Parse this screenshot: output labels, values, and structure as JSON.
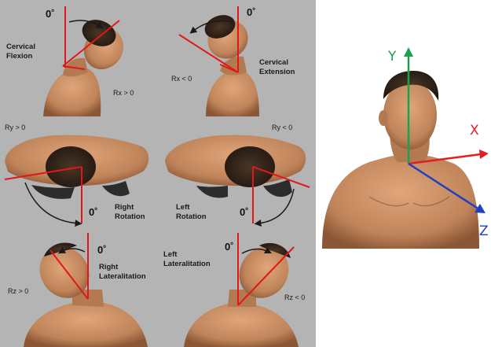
{
  "panels": {
    "flexion": {
      "label_line1": "Cervical",
      "label_line2": "Flexion",
      "zero": "0˚",
      "sign": "Rx > 0"
    },
    "extension": {
      "label_line1": "Cervical",
      "label_line2": "Extension",
      "zero": "0˚",
      "sign": "Rx < 0"
    },
    "right_rotation": {
      "label_line1": "Right",
      "label_line2": "Rotation",
      "zero": "0˚",
      "sign": "Ry > 0"
    },
    "left_rotation": {
      "label_line1": "Left",
      "label_line2": "Rotation",
      "zero": "0˚",
      "sign": "Ry < 0"
    },
    "right_lateralitation": {
      "label_line1": "Right",
      "label_line2": "Lateralitation",
      "zero": "0˚",
      "sign": "Rz > 0"
    },
    "left_lateralitation": {
      "label_line1": "Left",
      "label_line2": "Lateralitation",
      "zero": "0˚",
      "sign": "Rz < 0"
    }
  },
  "axes": {
    "x": {
      "label": "X",
      "color": "#e02020"
    },
    "y": {
      "label": "Y",
      "color": "#1aa34a"
    },
    "z": {
      "label": "Z",
      "color": "#1f3fc4"
    }
  },
  "colors": {
    "skin": "#c98c60",
    "skin_shadow": "#8a5635",
    "hair": "#3b2a1e",
    "angle_line": "#e01818",
    "arrow": "#1a1a1a"
  }
}
